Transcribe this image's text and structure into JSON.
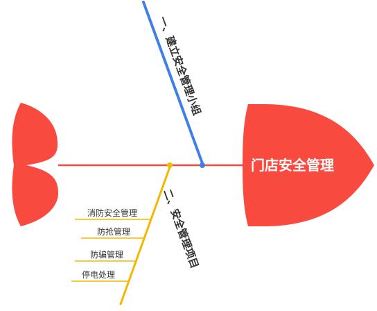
{
  "diagram": {
    "head": {
      "label": "门店安全管理",
      "color": "#f84a3f"
    },
    "spine_color": "#f84a3f",
    "tail_color": "#f84a3f",
    "branches": [
      {
        "label": "一、建立安全管理小组",
        "color": "#3f7fe6",
        "sub_items": []
      },
      {
        "label": "二、安全管理项目",
        "color": "#f5b800",
        "sub_items": [
          "消防安全管理",
          "防抢管理",
          "防骗管理",
          "停电处理"
        ]
      }
    ]
  }
}
